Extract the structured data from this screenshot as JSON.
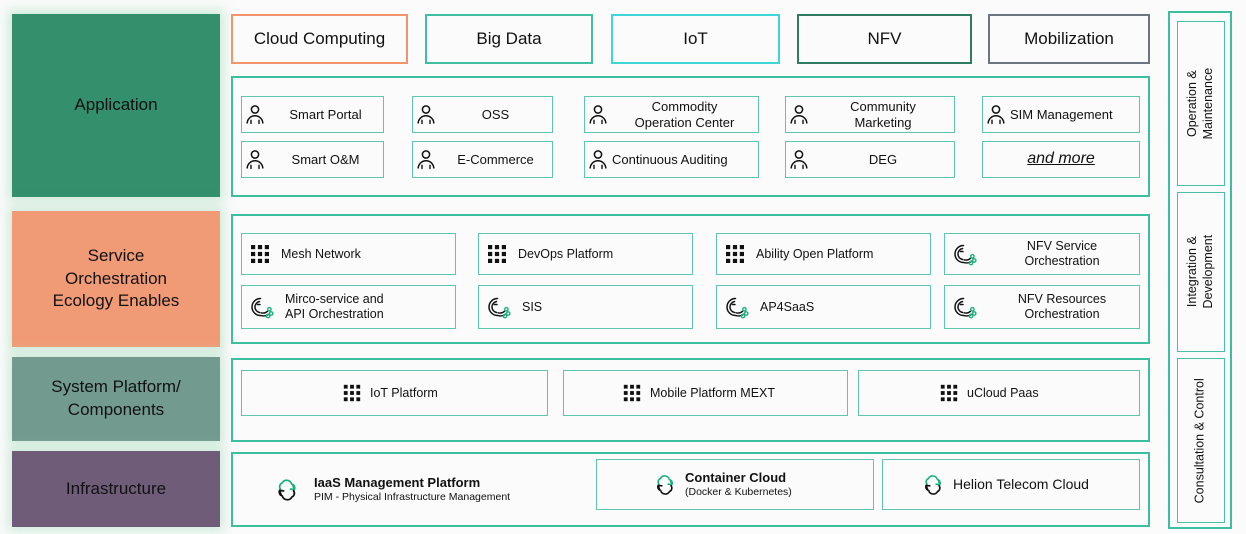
{
  "layers": [
    {
      "name": "Application",
      "color": "#338f6c"
    },
    {
      "name": "Service\nOrchestration\nEcology Enables",
      "color": "#f09b76"
    },
    {
      "name": "System Platform/\nComponents",
      "color": "#739a8f"
    },
    {
      "name": "Infrastructure",
      "color": "#6f5c79"
    }
  ],
  "categories": [
    {
      "label": "Cloud Computing",
      "color": "#f2946c"
    },
    {
      "label": "Big Data",
      "color": "#3fbfa2"
    },
    {
      "label": "IoT",
      "color": "#3fd6da"
    },
    {
      "label": "NFV",
      "color": "#2f7b63"
    },
    {
      "label": "Mobilization",
      "color": "#6b7683"
    }
  ],
  "application": {
    "row1": [
      {
        "label": "Smart Portal",
        "icon": "person-icon"
      },
      {
        "label": "OSS",
        "icon": "person-icon"
      },
      {
        "label": "Commodity\nOperation Center",
        "icon": "person-icon"
      },
      {
        "label": "Community\nMarketing",
        "icon": "person-icon"
      },
      {
        "label": "SIM Management",
        "icon": "person-icon"
      }
    ],
    "row2": [
      {
        "label": "Smart O&M",
        "icon": "person-icon"
      },
      {
        "label": "E-Commerce",
        "icon": "person-icon"
      },
      {
        "label": "Continuous Auditing",
        "icon": "person-icon"
      },
      {
        "label": "DEG",
        "icon": "person-icon"
      },
      {
        "label": "and more",
        "icon": "none"
      }
    ]
  },
  "service": {
    "row1": [
      {
        "label": "Mesh Network",
        "icon": "grid-dots-icon"
      },
      {
        "label": "DevOps Platform",
        "icon": "grid-dots-icon"
      },
      {
        "label": "Ability Open Platform",
        "icon": "grid-dots-icon"
      },
      {
        "label": "NFV Service\nOrchestration",
        "icon": "orchestration-icon"
      }
    ],
    "row2": [
      {
        "label": "Mirco-service and\nAPI Orchestration",
        "icon": "orchestration-icon"
      },
      {
        "label": "SIS",
        "icon": "orchestration-icon"
      },
      {
        "label": "AP4SaaS",
        "icon": "orchestration-icon"
      },
      {
        "label": "NFV Resources\nOrchestration",
        "icon": "orchestration-icon"
      }
    ]
  },
  "system": {
    "items": [
      {
        "label": "IoT Platform",
        "icon": "grid-dots-icon"
      },
      {
        "label": "Mobile Platform MEXT",
        "icon": "grid-dots-icon"
      },
      {
        "label": "uCloud Paas",
        "icon": "grid-dots-icon"
      }
    ]
  },
  "infrastructure": {
    "items": [
      {
        "title": "IaaS Management Platform",
        "subtitle": "PIM - Physical Infrastructure Management",
        "icon": "cloud-refresh-icon",
        "bordered": false
      },
      {
        "title": "Container Cloud",
        "subtitle": "(Docker & Kubernetes)",
        "icon": "cloud-refresh-icon",
        "bordered": true
      },
      {
        "title": "Helion Telecom Cloud",
        "subtitle": "",
        "icon": "cloud-refresh-icon",
        "bordered": true
      }
    ]
  },
  "sidebar": {
    "panels": [
      {
        "label": "Operation &\nMaintenance"
      },
      {
        "label": "Integration &\nDevelopment"
      },
      {
        "label": "Consultation & Control"
      }
    ]
  },
  "colors": {
    "panel_border": "#3cbfa0",
    "chip_border": "#5ec5ae",
    "accent_green": "#1fae7e",
    "background": "#fbfbfb"
  }
}
